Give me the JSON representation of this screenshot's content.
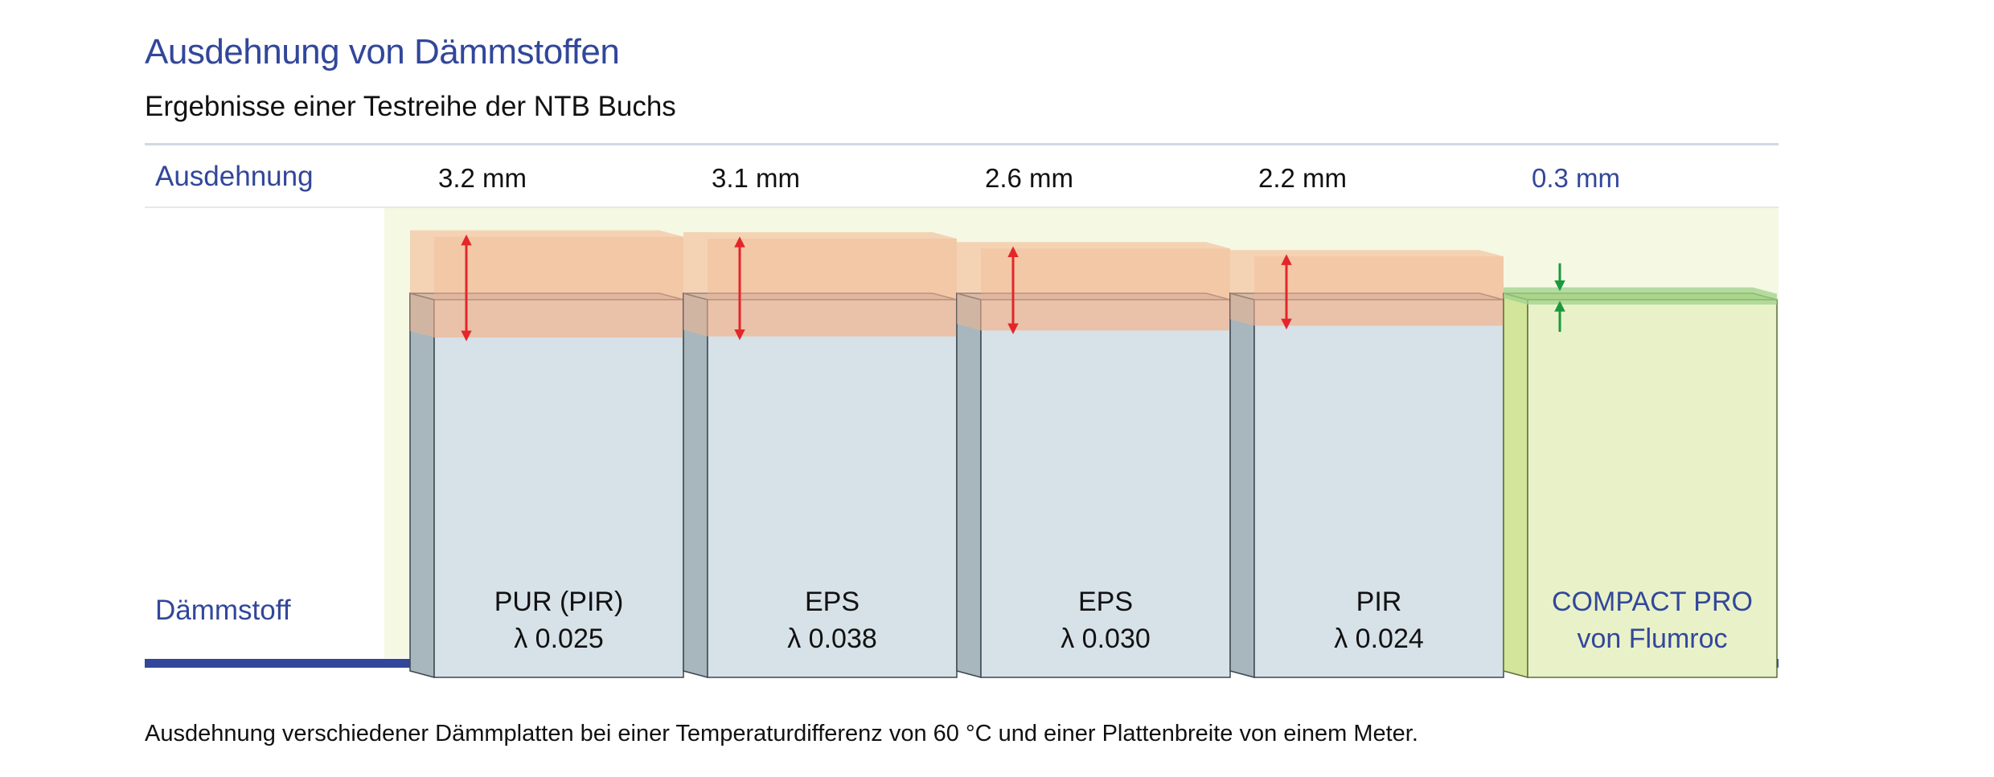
{
  "title": "Ausdehnung von Dämmstoffen",
  "subtitle": "Ergebnisse einer Testreihe der NTB Buchs",
  "row_labels": {
    "expansion": "Ausdehnung",
    "material": "Dämmstoff"
  },
  "caption": "Ausdehnung verschiedener Dämmplatten bei einer Temperaturdifferenz von 60 °C und einer Plattenbreite von einem Meter.",
  "colors": {
    "title": "#32479a",
    "baseline": "#32479a",
    "panel_bg": "#f5f8e3",
    "block_face": "#d7e1e8",
    "block_side": "#a7b7bd",
    "expansion_overlay": "#f2b48e",
    "arrow_red": "#e3262a",
    "highlight_face": "#e9f1c9",
    "highlight_side": "#d3e59a",
    "highlight_expansion": "#9fd18a",
    "arrow_green": "#1b9a3c",
    "highlight_text": "#32479a"
  },
  "chart_data": {
    "type": "bar",
    "title": "Ausdehnung von Dämmstoffen",
    "subtitle": "Ergebnisse einer Testreihe der NTB Buchs",
    "unit": "mm",
    "categories": [
      "PUR (PIR)",
      "EPS",
      "EPS",
      "PIR",
      "COMPACT PRO von Flumroc"
    ],
    "values": [
      3.2,
      3.1,
      2.6,
      2.2,
      0.3
    ],
    "value_labels": [
      "3.2 mm",
      "3.1 mm",
      "2.6 mm",
      "2.2 mm",
      "0.3 mm"
    ],
    "lambda_labels": [
      "λ 0.025",
      "λ 0.038",
      "λ 0.030",
      "λ 0.024",
      ""
    ],
    "bars": [
      {
        "line1": "PUR (PIR)",
        "line2": "λ 0.025",
        "highlight": false
      },
      {
        "line1": "EPS",
        "line2": "λ 0.038",
        "highlight": false
      },
      {
        "line1": "EPS",
        "line2": "λ 0.030",
        "highlight": false
      },
      {
        "line1": "PIR",
        "line2": "λ 0.024",
        "highlight": false
      },
      {
        "line1": "COMPACT PRO",
        "line2": "von Flumroc",
        "highlight": true
      }
    ]
  }
}
